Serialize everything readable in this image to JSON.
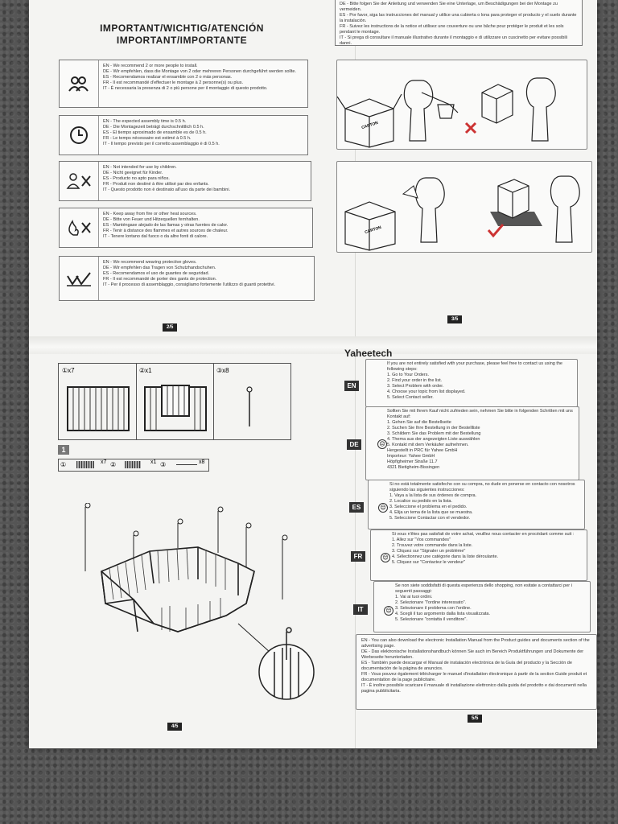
{
  "page2": {
    "title1": "IMPORTANT/WICHTIG/ATENCIÓN",
    "title2": "IMPORTANT/IMPORTANTE",
    "rows": [
      {
        "icon": "people-icon",
        "text": "EN - We recommend 2 or more people to install.\nDE - Wir empfehlen, dass die Montage von 2 oder mehreren Personen durchgeführt werden sollte.\nES - Recomendamos realizar el ensamble con 2 o más personas.\nFR - Il est recommandé d'effectuer le montage à 2 personne(s) ou plus.\nIT - È necessaria la presenza di 2 o più persone per il montaggio di questo prodotto."
      },
      {
        "icon": "clock-icon",
        "text": "EN - The expected assembly time is 0.5 h.\nDE - Die Montagezeit beträgt durchschnittlich 0.5 h.\nES - El tiempo aproximado de ensamble es de 0.5 h.\nFR - Le temps nécessaire est estimé à 0.5 h.\nIT - Il tempo previsto per il corretto assemblaggio è di 0.5 h."
      },
      {
        "icon": "no-children-icon",
        "text": "EN - Not intended for use by children.\nDE - Nicht geeignet für Kinder.\nES - Producto no apto para niños.\nFR - Produit non destiné à être utilisé par des enfants.\nIT - Questo prodotto non è destinato all'uso da parte dei bambini."
      },
      {
        "icon": "no-fire-icon",
        "text": "EN - Keep away from fire or other heat sources.\nDE - Bitte von Feuer und Hitzequellen fernhalten.\nES - Manténgase alejado de las llamas y otras fuentes de calor.\nFR - Tenir à distance des flammes et autres sources de chaleur.\nIT - Tenere lontano dal fuoco o da altre fonti di calore."
      },
      {
        "icon": "gloves-icon",
        "text": "EN - We recommend wearing protective gloves.\nDE - Wir empfehlen das Tragen von Schutzhandschuhen.\nES - Recomendamos el uso de guantes de seguridad.\nFR - Il est recommandé de porter des gants de protection.\nIT - Per il processo di assemblaggio, consigliamo fortemente l'utilizzo di guanti protettivi."
      }
    ],
    "page_number": "2/5"
  },
  "page3": {
    "top_text": "DE - Bitte folgen Sie der Anleitung und verwenden Sie eine Unterlage, um Beschädigungen bei der Montage zu vermeiden.\nES - Por favor, siga las instrucciones del manual y utilice una cubierta o lona para proteger el producto y el suelo durante la instalación.\nFR - Suivez les instructions de la notice et utilisez une couverture ou une bâche pour protéger le produit et les sols pendant le montage.\nIT - Si prega di consultare il manuale illustrativo durante il montaggio e di utilizzare un cuscinetto per evitare possibili danni.",
    "carton_label": "CARTON",
    "page_number": "3/5"
  },
  "page4": {
    "parts": [
      {
        "num": "①",
        "qty": "x7"
      },
      {
        "num": "②",
        "qty": "x1"
      },
      {
        "num": "③",
        "qty": "x8"
      }
    ],
    "step": "1",
    "page_number": "4/5"
  },
  "page5": {
    "brand": "Yaheetech",
    "contacts": [
      {
        "lang": "EN",
        "text": "If you are not entirely satisfied with your purchase, please feel free to contact us using the following steps:\n1. Go to Your Orders.\n2. Find your order in the list.\n3. Select Problem with order.\n4. Choose your topic from list displayed.\n5. Select Contact seller."
      },
      {
        "lang": "DE",
        "text": "Sollten Sie mit Ihrem Kauf nicht zufrieden sein, nehmen Sie bitte in folgenden Schritten mit uns Kontakt auf:\n1. Gehen Sie auf die Bestellseite\n2. Suchen Sie Ihre Bestellung in der Bestellliste\n3. Schildern Sie das Problem mit der Bestellung\n4. Thema aus der angezeigten Liste auswählen\n5. Kontakt mit dem Verkäufer aufnehmen.\nHergestellt in PRC für Yahee GmbH\nImporteur: Yahee GmbH\nHöpfigheimer Straße 11.7\n4321 Bietigheim-Bissingen"
      },
      {
        "lang": "ES",
        "text": "Si no está totalmente satisfecho con su compra, no dude en ponerse en contacto con nosotros siguiendo las siguientes instrucciones:\n1. Vaya a la lista de sus órdenes de compra.\n2. Localice su pedido en la lista.\n3. Seleccione el problema en el pedido.\n4. Elija un tema de la lista que se muestra.\n5. Seleccione Contactar con el vendedor."
      },
      {
        "lang": "FR",
        "text": "Si vous n'êtes pas satisfait de votre achat, veuillez nous contacter en procédant comme suit :\n1. Allez sur \"Vos commandes\"\n2. Trouvez votre commande dans la liste.\n3. Cliquez sur \"Signaler un problème\"\n4. Sélectionnez une catégorie dans la liste déroulante.\n5. Cliquez sur \"Contactez le vendeur\""
      },
      {
        "lang": "IT",
        "text": "Se non siete soddisfatti di questa esperienza dello shopping, non esitate a contattarci per i seguenti passaggi:\n1. Vai ai tuoi ordini.\n2. Selezionare \"l'ordine interessato\".\n3. Selezionare il problema con l'ordine.\n4. Scegli il tuo argomento dalla lista visualizzata.\n5. Selezionare \"contatta il venditore\"."
      }
    ],
    "download_text": "EN - You can also download the electronic Installation Manual from the Product guides and documents section of the advertising page.\nDE - Das elektronische Installationshandbuch können Sie auch im Bereich Produktführungen und Dokumente der Werbeseite herunterladen.\nES - También puede descargar el Manual de instalación electrónica de la Guía del producto y la Sección de documentación de la página de anuncios.\nFR - Vous pouvez également télécharger le manuel d'installation électronique à partir de la section Guide produit et documentation de la page publicitaire.\nIT - È inoltre possibile scaricare il manuale di installazione elettronico dalla guida del prodotto e dai documenti nella pagina pubblicitaria.",
    "page_number": "5/5"
  }
}
